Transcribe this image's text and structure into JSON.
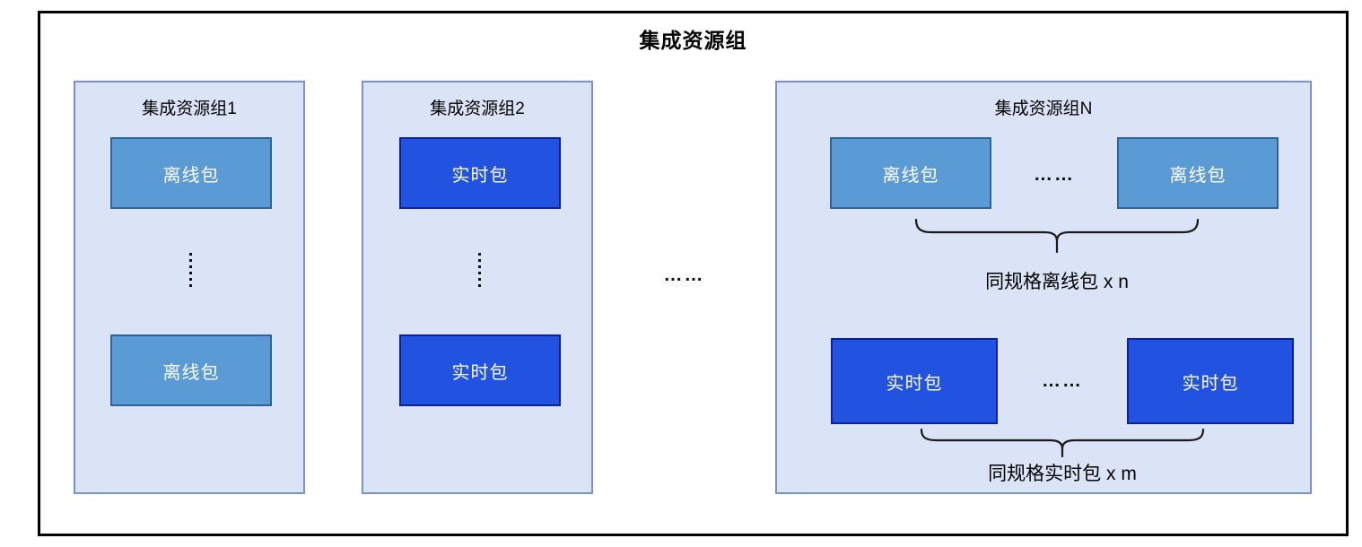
{
  "diagram": {
    "title": "集成资源组",
    "gap_ellipsis": "……",
    "groups": {
      "g1": {
        "title": "集成资源组1",
        "box_top": "离线包",
        "box_bottom": "离线包"
      },
      "g2": {
        "title": "集成资源组2",
        "box_top": "实时包",
        "box_bottom": "实时包"
      },
      "gn": {
        "title": "集成资源组N",
        "offline_left": "离线包",
        "offline_right": "离线包",
        "offline_ellipsis": "……",
        "offline_brace_label": "同规格离线包 x n",
        "realtime_left": "实时包",
        "realtime_right": "实时包",
        "realtime_ellipsis": "……",
        "realtime_brace_label": "同规格实时包 x m"
      }
    },
    "colors": {
      "offline_fill": "#5b9bd5",
      "offline_border": "#2e649e",
      "realtime_fill": "#2152e0",
      "realtime_border": "#0d1fa6",
      "group_fill": "#dbe3f6",
      "group_border": "#7c91c7",
      "frame_border": "#000000"
    }
  }
}
